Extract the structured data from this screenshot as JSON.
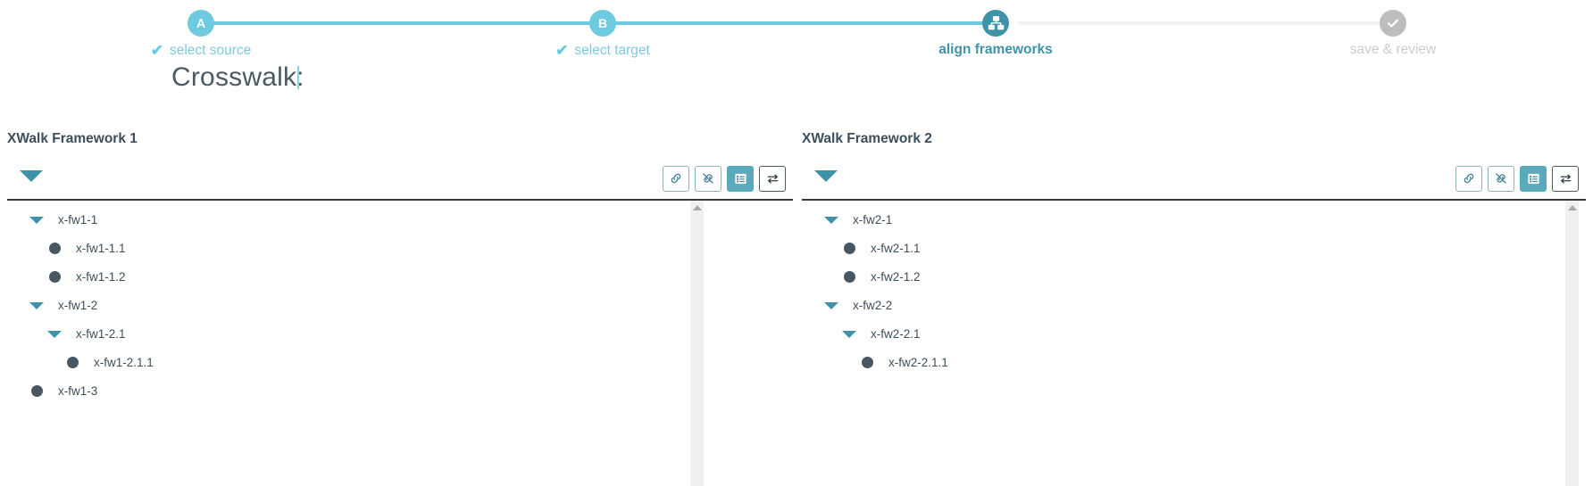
{
  "stepper": {
    "steps": [
      {
        "badge": "A",
        "label": "select source",
        "state": "done",
        "icon": "letter-a",
        "check": "✔"
      },
      {
        "badge": "B",
        "label": "select target",
        "state": "done",
        "icon": "letter-b",
        "check": "✔"
      },
      {
        "badge": "",
        "label": "align frameworks",
        "state": "current",
        "icon": "sitemap-icon",
        "check": ""
      },
      {
        "badge": "",
        "label": "save & review",
        "state": "future",
        "icon": "check-circle-icon",
        "check": ""
      }
    ],
    "colors": {
      "done": "#6ecbdf",
      "current": "#3f93a8",
      "future": "#bdbdbd",
      "track_active": "#6ecbdf",
      "track_inactive": "#f2f2f2"
    }
  },
  "page": {
    "title": "Crosswalk:",
    "title_value": ""
  },
  "panels": [
    {
      "heading": "XWalk Framework 1",
      "root_caret": "caret-down-icon",
      "toolbar": [
        {
          "name": "link-button",
          "icon": "link-icon",
          "active": false
        },
        {
          "name": "unlink-button",
          "icon": "unlink-icon",
          "active": false
        },
        {
          "name": "list-button",
          "icon": "list-icon",
          "active": true
        },
        {
          "name": "swap-button",
          "icon": "swap-icon",
          "active": false
        }
      ],
      "nodes": [
        {
          "label": "x-fw1-1",
          "level": 0,
          "type": "caret"
        },
        {
          "label": "x-fw1-1.1",
          "level": 1,
          "type": "dot"
        },
        {
          "label": "x-fw1-1.2",
          "level": 1,
          "type": "dot"
        },
        {
          "label": "x-fw1-2",
          "level": 0,
          "type": "caret"
        },
        {
          "label": "x-fw1-2.1",
          "level": 1,
          "type": "caret"
        },
        {
          "label": "x-fw1-2.1.1",
          "level": 2,
          "type": "dot"
        },
        {
          "label": "x-fw1-3",
          "level": 0,
          "type": "dot"
        }
      ]
    },
    {
      "heading": "XWalk Framework 2",
      "root_caret": "caret-down-icon",
      "toolbar": [
        {
          "name": "link-button",
          "icon": "link-icon",
          "active": false
        },
        {
          "name": "unlink-button",
          "icon": "unlink-icon",
          "active": false
        },
        {
          "name": "list-button",
          "icon": "list-icon",
          "active": true
        },
        {
          "name": "swap-button",
          "icon": "swap-icon",
          "active": false
        }
      ],
      "nodes": [
        {
          "label": "x-fw2-1",
          "level": 0,
          "type": "caret"
        },
        {
          "label": "x-fw2-1.1",
          "level": 1,
          "type": "dot"
        },
        {
          "label": "x-fw2-1.2",
          "level": 1,
          "type": "dot"
        },
        {
          "label": "x-fw2-2",
          "level": 0,
          "type": "caret"
        },
        {
          "label": "x-fw2-2.1",
          "level": 1,
          "type": "caret"
        },
        {
          "label": "x-fw2-2.1.1",
          "level": 2,
          "type": "dot"
        }
      ]
    }
  ],
  "colors": {
    "accent_light": "#6ecbdf",
    "accent_dark": "#3f93a8",
    "text_dark": "#3d4f5c",
    "node_dot": "#495763",
    "active_button": "#5aa9bd"
  }
}
